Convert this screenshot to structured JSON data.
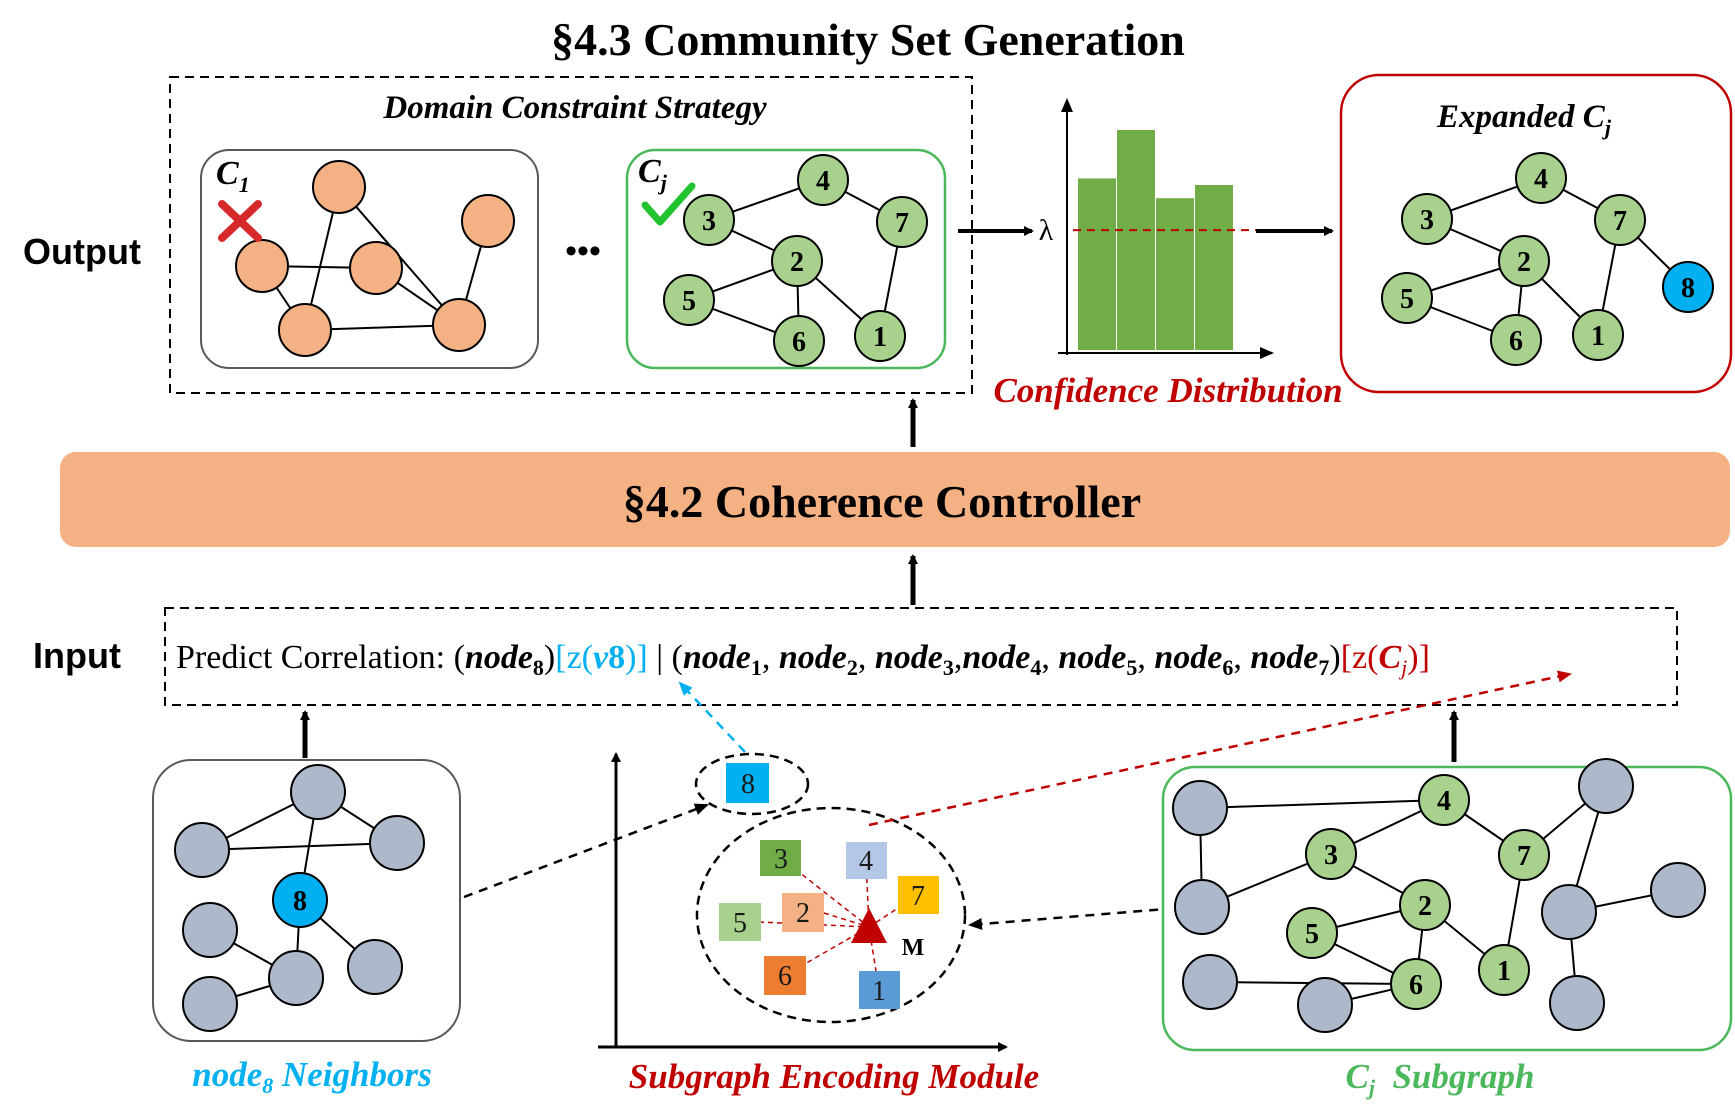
{
  "title": "§4.3  Community Set Generation",
  "controller_label": "§4.2  Coherence Controller",
  "side_labels": {
    "output": "Output",
    "input": "Input"
  },
  "domain_constraint": {
    "title": "Domain Constraint Strategy",
    "ellipsis": "•••",
    "c1_label": "C",
    "c1_sub": "1",
    "cj_label": "C",
    "cj_sub": "j",
    "cj_nodes": [
      "3",
      "4",
      "7",
      "2",
      "5",
      "6",
      "1"
    ]
  },
  "confidence": {
    "caption": "Confidence Distribution",
    "threshold_symbol": "λ",
    "bar_levels": [
      0.78,
      1.0,
      0.69,
      0.75
    ],
    "threshold_level": 0.545
  },
  "expanded": {
    "title": "Expanded C",
    "title_sub": "j",
    "nodes": [
      "3",
      "4",
      "7",
      "2",
      "5",
      "6",
      "1",
      "8"
    ]
  },
  "input_text": {
    "prefix": "Predict Correlation: (",
    "node8_word": "node",
    "node8_sub": "8",
    "close1": ")",
    "z_v8": "[z(",
    "v8_v": "v",
    "v8_8": "8",
    "z_v8_close": ")]",
    "separator": " | (",
    "items": [
      {
        "word": "node",
        "sub": "1",
        "after": ", "
      },
      {
        "word": "node",
        "sub": "2",
        "after": ", "
      },
      {
        "word": "node",
        "sub": "3",
        "after": ","
      },
      {
        "word": "node",
        "sub": "4",
        "after": ", "
      },
      {
        "word": "node",
        "sub": "5",
        "after": ", "
      },
      {
        "word": "node",
        "sub": "6",
        "after": ", "
      },
      {
        "word": "node",
        "sub": "7",
        "after": ")"
      }
    ],
    "z_cj_open": "[z(",
    "cj_c": "C",
    "cj_j": "j",
    "z_cj_close": ")]"
  },
  "neighbors": {
    "center_node": "8",
    "caption_word": "node",
    "caption_sub": "8",
    "caption_rest": " Neighbors"
  },
  "encoding": {
    "caption": "Subgraph Encoding Module",
    "squares": [
      {
        "label": "8",
        "color": "#00b0f0"
      },
      {
        "label": "3",
        "color": "#70ad47"
      },
      {
        "label": "4",
        "color": "#b4c7e7"
      },
      {
        "label": "7",
        "color": "#ffc000"
      },
      {
        "label": "5",
        "color": "#a9d18e"
      },
      {
        "label": "2",
        "color": "#f4b183"
      },
      {
        "label": "6",
        "color": "#ed7d31"
      },
      {
        "label": "1",
        "color": "#5b9bd5"
      }
    ],
    "mean_label": "M"
  },
  "cj_subgraph": {
    "caption_c": "C",
    "caption_j": "j",
    "caption_rest": "  Subgraph",
    "nodes": [
      "4",
      "3",
      "7",
      "2",
      "5",
      "6",
      "1"
    ]
  },
  "colors": {
    "green_node": "#a9d18e",
    "orange_node": "#f4b183",
    "gray_node": "#adb9ca",
    "blue_node": "#00b0f0",
    "bar_green": "#70ad47",
    "controller_bar": "#f4b183",
    "red_accent": "#c00000",
    "blue_accent": "#00b0f0",
    "green_accent": "#4cb85c"
  }
}
